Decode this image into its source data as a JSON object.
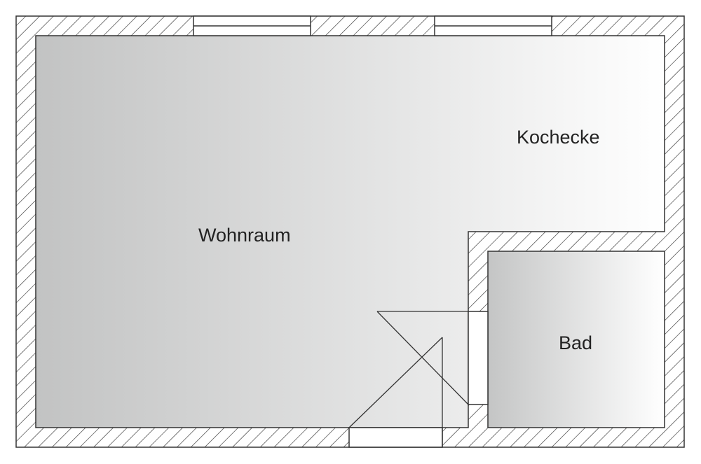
{
  "rooms": {
    "living": "Wohnraum",
    "kitchen": "Kochecke",
    "bath": "Bad"
  },
  "colors": {
    "line": "#333333",
    "fill_dark": "#c2c3c3",
    "fill_light": "#ffffff"
  }
}
